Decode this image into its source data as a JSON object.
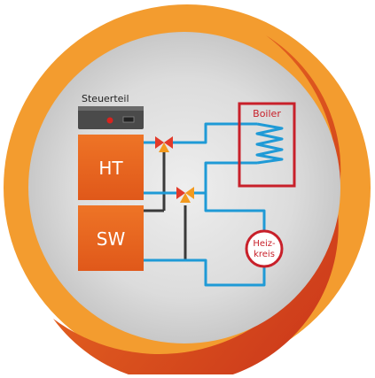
{
  "controller": {
    "label": "Steuerteil"
  },
  "units": {
    "upper": {
      "label": "HT"
    },
    "lower": {
      "label": "SW"
    }
  },
  "boiler": {
    "label": "Boiler"
  },
  "heating_circuit": {
    "line1": "Heiz-",
    "line2": "kreis"
  },
  "colors": {
    "ring_orange": "#f29a2e",
    "ring_red": "#d9481c",
    "disc_grey": "#d9d9d9",
    "unit_orange": "#e8641e",
    "pipe_blue": "#1f9ad6",
    "pipe_dark": "#3a3a3a",
    "boiler_red": "#c8202a",
    "valve_red": "#e23a2a",
    "valve_orange": "#f39a1e"
  }
}
